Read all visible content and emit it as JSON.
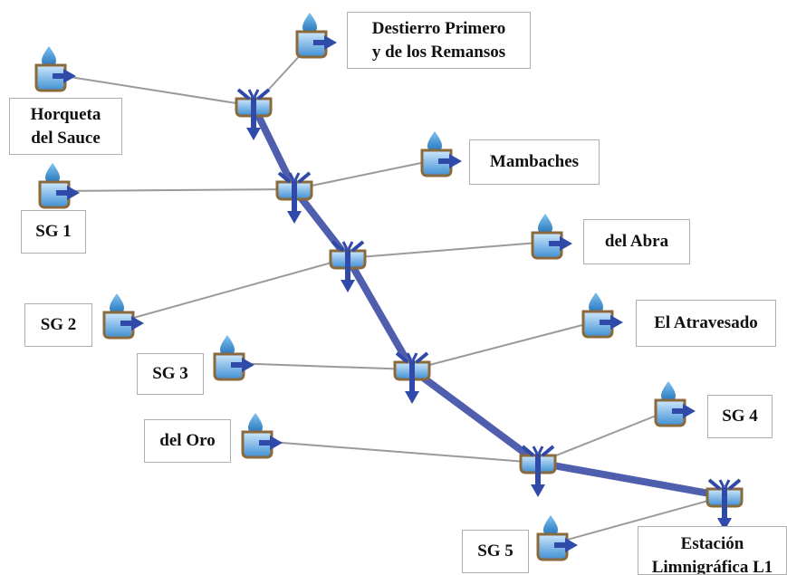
{
  "colors": {
    "main_channel": "#4f5fae",
    "tributary_link": "#9a9a9a",
    "water_drop": "#2f86cc",
    "basin_fill": "#5fa6dc",
    "basin_rim": "#8a6a3c",
    "arrow": "#2f4aa8"
  },
  "nodes": {
    "subbasins": [
      {
        "id": "horqueta",
        "lines": [
          "Horqueta",
          "del Sauce"
        ]
      },
      {
        "id": "destierro",
        "lines": [
          "Destierro Primero",
          "y de los Remansos"
        ]
      },
      {
        "id": "mambaches",
        "lines": [
          "Mambaches"
        ]
      },
      {
        "id": "sg1",
        "lines": [
          "SG 1"
        ]
      },
      {
        "id": "abra",
        "lines": [
          "del Abra"
        ]
      },
      {
        "id": "sg2",
        "lines": [
          "SG 2"
        ]
      },
      {
        "id": "atravesado",
        "lines": [
          "El Atravesado"
        ]
      },
      {
        "id": "sg3",
        "lines": [
          "SG 3"
        ]
      },
      {
        "id": "sg4",
        "lines": [
          "SG 4"
        ]
      },
      {
        "id": "oro",
        "lines": [
          "del Oro"
        ]
      },
      {
        "id": "sg5",
        "lines": [
          "SG 5"
        ]
      },
      {
        "id": "estacion",
        "lines": [
          "Estación",
          "Limnigráfica L1"
        ]
      }
    ]
  }
}
